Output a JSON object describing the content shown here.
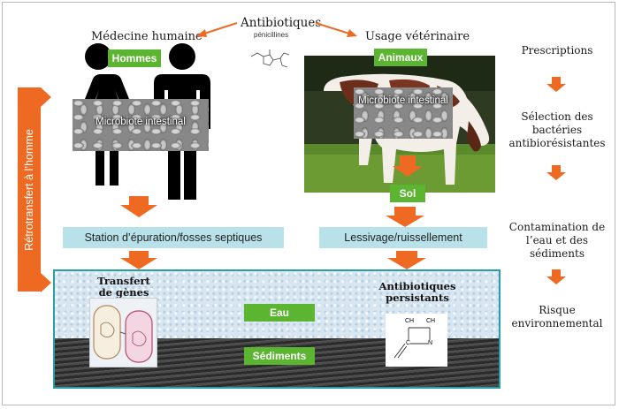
{
  "top": {
    "antibiotiques": "Antibiotiques",
    "penicillines": "pénicillines",
    "medecine": "Médecine humaine",
    "veterinaire": "Usage vétérinaire"
  },
  "labels": {
    "hommes": "Hommes",
    "animaux": "Animaux",
    "sol": "Sol",
    "eau": "Eau",
    "sediments": "Sédiments",
    "microbiote_human": "Microbiote intestinal",
    "microbiote_animal": "Microbiote intestinal"
  },
  "boxes": {
    "station": "Station d’épuration/fosses septiques",
    "lessivage": "Lessivage/ruissellement"
  },
  "side": "Rétrotransfert à l’homme",
  "transfert": "Transfert\nde gènes",
  "persistants": "Antibiotiques\npersistants",
  "chem": {
    "ch1": "CH",
    "ch2": "CH",
    "c": "C",
    "n": "N"
  },
  "right_panel": [
    "Prescriptions",
    "Sélection des\nbactéries\nantibiorésistantes",
    "Contamination de\nl’eau et des\nsédiments",
    "Risque\nenvironnemental"
  ],
  "colors": {
    "green": "#5cb531",
    "orange": "#ee6a23",
    "blue": "#b9e1ea",
    "teal": "#2a9ea2"
  }
}
